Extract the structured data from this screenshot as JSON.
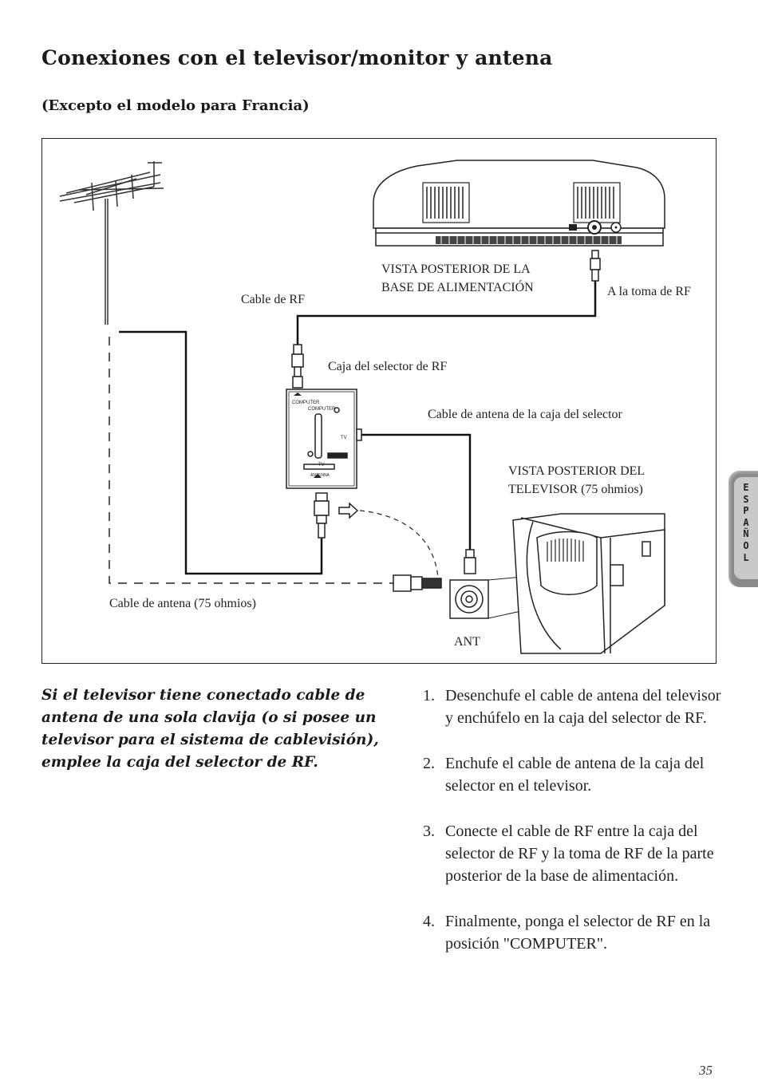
{
  "page": {
    "title": "Conexiones con el televisor/monitor y antena",
    "subtitle": "(Excepto el modelo para Francia)",
    "page_number": "35"
  },
  "side_tab": {
    "label": "ESPAÑOL"
  },
  "diagram": {
    "labels": {
      "power_base_rear": [
        "VISTA POSTERIOR DE LA",
        "BASE DE ALIMENTACIÓN"
      ],
      "rf_outlet": "A la toma de RF",
      "rf_cable": "Cable de RF",
      "rf_selector_box": "Caja del selector de RF",
      "selector_antenna_cable": "Cable de antena de la caja del selector",
      "tv_rear": [
        "VISTA POSTERIOR DEL",
        "TELEVISOR (75 ohmios)"
      ],
      "antenna_cable": "Cable de antena (75 ohmios)",
      "ant": "ANT"
    },
    "selector_box_markings": {
      "computer": "COMPUTER",
      "tv": "TV",
      "tv_out": "TV",
      "antenna": "ANTENNA"
    }
  },
  "note": "Si el televisor tiene conectado cable de antena de una sola clavija (o si posee un televisor para el sistema de cablevisión), emplee la caja del selector de RF.",
  "steps": [
    {
      "number": "1.",
      "text": "Desenchufe el cable de antena del televisor y enchúfelo en la caja del selector de RF."
    },
    {
      "number": "2.",
      "text": "Enchufe el cable de antena de la caja del selector en el televisor."
    },
    {
      "number": "3.",
      "text": "Conecte el cable de RF entre la caja del selector de RF y la toma de RF de la parte posterior de la base de alimentación."
    },
    {
      "number": "4.",
      "text": "Finalmente, ponga el selector de RF en la posición \"COMPUTER\"."
    }
  ]
}
